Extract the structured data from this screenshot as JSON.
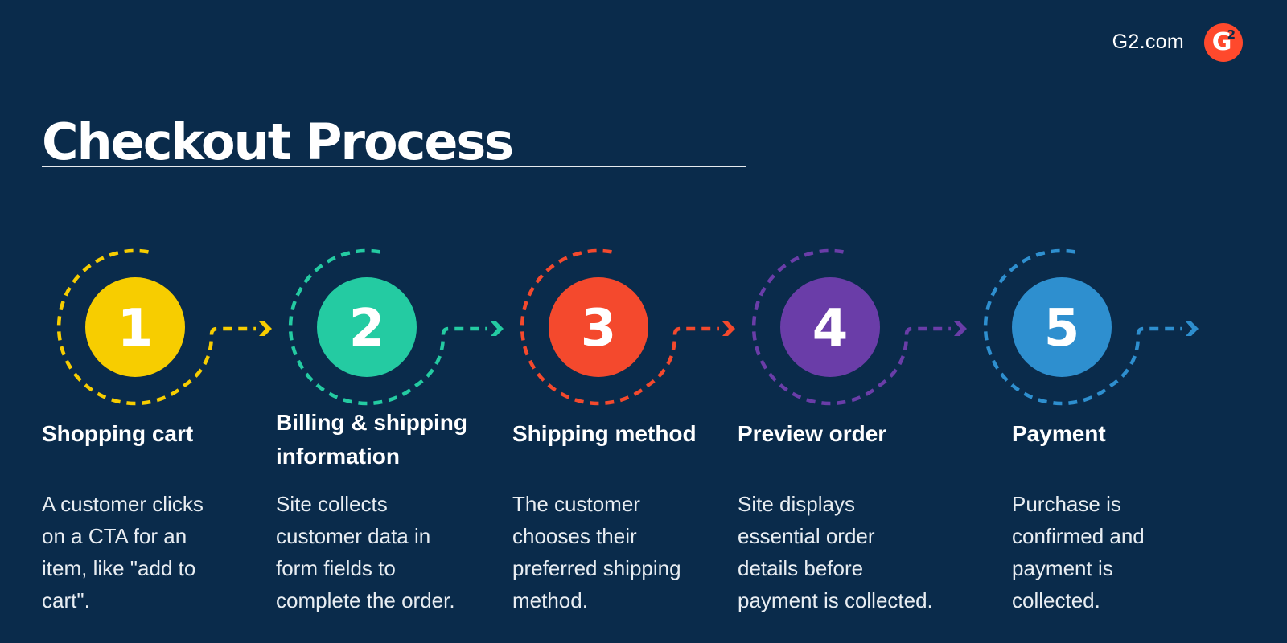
{
  "page": {
    "background": "#0A2B4B",
    "rule_color": "#E6EAEE"
  },
  "header": {
    "site": "G2.com",
    "logo": {
      "letter": "G",
      "sup": "2",
      "color": "#FF492C"
    }
  },
  "title": {
    "text": "Checkout Process"
  },
  "icons": {
    "step_arrow": "chevron-right-icon",
    "logo": "g2-logo-icon"
  },
  "steps": [
    {
      "number": "1",
      "color": "#F7CD00",
      "title": "Shopping cart",
      "description": "A customer clicks\non a CTA for an\nitem, like \"add to\ncart\"."
    },
    {
      "number": "2",
      "color": "#24CBA2",
      "title": "Billing & shipping\ninformation",
      "description": "Site collects\ncustomer data in\nform fields to\ncomplete the order."
    },
    {
      "number": "3",
      "color": "#F4492D",
      "title": "Shipping method",
      "description": "The customer\nchooses their\npreferred shipping\nmethod."
    },
    {
      "number": "4",
      "color": "#6A3DA8",
      "title": "Preview order",
      "description": "Site displays\nessential order\ndetails before\npayment is collected."
    },
    {
      "number": "5",
      "color": "#2E8FCF",
      "title": "Payment",
      "description": "Purchase is\nconfirmed and\npayment is\ncollected."
    }
  ]
}
